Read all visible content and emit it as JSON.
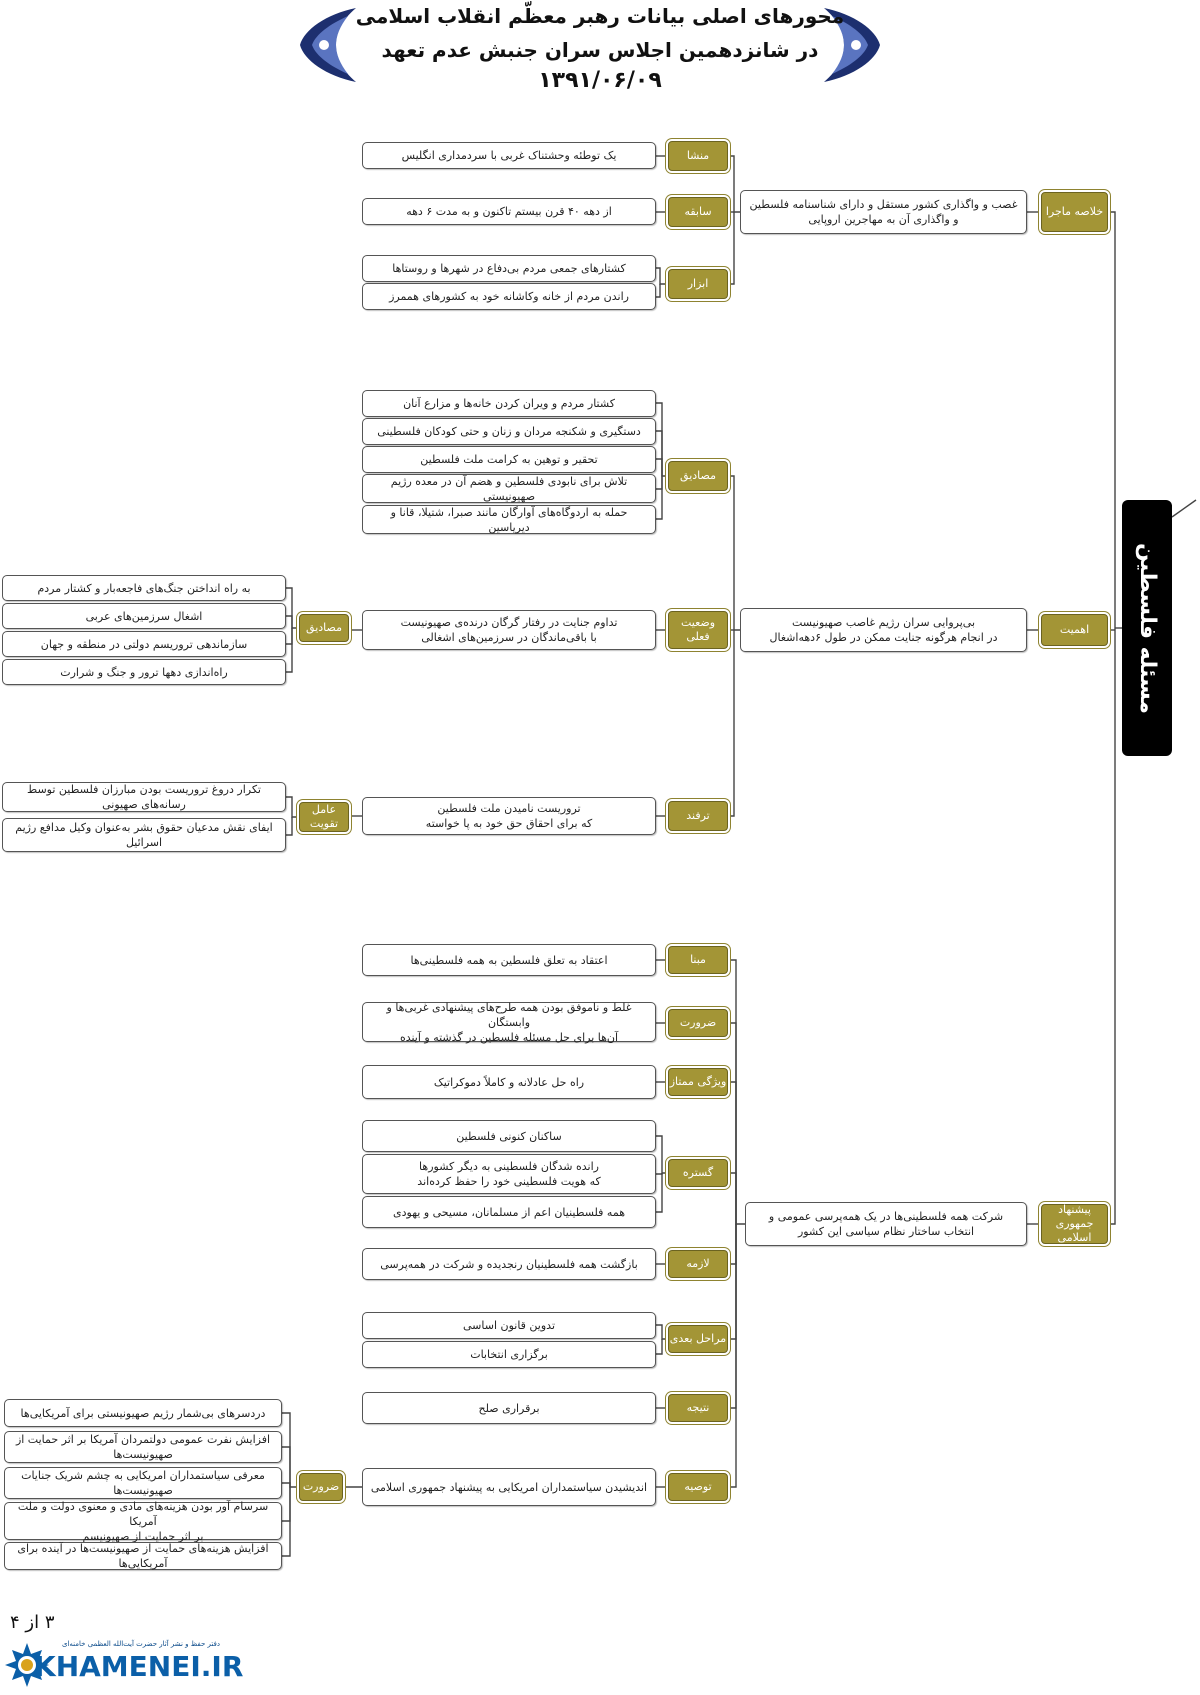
{
  "header": {
    "title_line1": "محورهای اصلی بیانات رهبر معظّم انقلاب اسلامی",
    "title_line2": "در شانزدهمین اجلاس سران جنبش عدم تعهد",
    "date": "۱۳۹۱/۰۶/۰۹"
  },
  "root_label": "مسئله فلسطین",
  "branches": {
    "summary": {
      "tag": "خلاصه ماجرا",
      "text": "غصب و واگذاری کشور مستقل و دارای شناسنامه فلسطین\nو واگذاری آن به مهاجرین اروپایی",
      "items": [
        {
          "tag": "منشا",
          "boxes": [
            "یک توطئه وحشتناک غربی با سردمداری انگلیس"
          ]
        },
        {
          "tag": "سابقه",
          "boxes": [
            "از دهه ۴۰ قرن بیستم تاکنون و به مدت ۶ دهه"
          ]
        },
        {
          "tag": "ابزار",
          "boxes": [
            "کشتارهای جمعی مردم بی‌دفاع در شهرها و روستاها",
            "راندن مردم از خانه وکاشانه خود به کشورهای هممرز"
          ]
        }
      ]
    },
    "importance": {
      "tag": "اهمیت",
      "text": "بی‌پروایی سران رژیم غاصب صهیونیست\nدر انجام هرگونه جنایت ممکن در طول ۶دهه‌اشغال",
      "examples": {
        "tag": "مصادیق",
        "boxes": [
          "کشتار مردم و ویران کردن خانه‌ها و مزارع آنان",
          "دستگیری و شکنجه مردان و زنان و حتی کودکان فلسطینی",
          "تحقیر و توهین به کرامت ملت فلسطین",
          "تلاش برای نابودی فلسطین و هضم آن در معده رژیم صهیونیستی",
          "حمله به اردوگاه‌های آوارگان مانند صبرا، شتیلا، قانا و دیریاسین"
        ]
      },
      "current": {
        "tag": "وضعیت\nفعلی",
        "text": "تداوم جنایت در رفتار گرگان درنده‌ی صهیونیست\nبا باقی‌ماندگان در سرزمین‌های اشغالی",
        "sub_tag": "مصادیق",
        "sub_boxes": [
          "به راه انداختن جنگ‌های فاجعه‌بار و کشتار مردم",
          "اشغال سرزمین‌های عربی",
          "سازماندهی تروریسم دولتی در منطقه و جهان",
          "راه‌اندازی دهها ترور و جنگ و شرارت"
        ]
      },
      "trick": {
        "tag": "ترفند",
        "text": "تروریست نامیدن ملت فلسطین\nکه برای احقاق حق خود به پا خواسته",
        "sub_tag": "عامل تقویت",
        "sub_boxes": [
          "تکرار دروغ تروریست بودن مبارزان فلسطین توسط رسانه‌های صهیونی",
          "ایفای نقش مدعیان حقوق بشر به‌عنوان وکیل مدافع رژیم اسرائیل"
        ]
      }
    },
    "proposal": {
      "tag": "پیشنهاد\nجمهوری اسلامی",
      "text": "شرکت همه فلسطینی‌ها در یک همه‌پرسی عمومی  و\nانتخاب ساختار نظام سیاسی این کشور",
      "items": [
        {
          "tag": "مبنا",
          "boxes": [
            "اعتقاد به تعلق فلسطین به همه فلسطینی‌ها"
          ]
        },
        {
          "tag": "ضرورت",
          "boxes": [
            "غلط و ناموفق بودن همه طرح‌های پیشنهادی غربی‌ها و وابستگان\nآن‌ها برای حل مسئله فلسطین در گذشته و آینده"
          ]
        },
        {
          "tag": "ویژگی ممتاز",
          "boxes": [
            "راه حل عادلانه و کاملاً دموکراتیک"
          ]
        },
        {
          "tag": "گستره",
          "boxes": [
            "ساکنان کنونی فلسطین",
            "رانده شدگان فلسطینی به دیگر کشورها\nکه هویت فلسطینی خود را حفظ کرده‌اند",
            "همه فلسطینیان اعم از مسلمانان، مسیحی و یهودی"
          ]
        },
        {
          "tag": "لازمه",
          "boxes": [
            "بازگشت همه فلسطینیان رنجدیده و شرکت در همه‌پرسی"
          ]
        },
        {
          "tag": "مراحل بعدی",
          "boxes": [
            "تدوین قانون اساسی",
            "برگزاری انتخابات"
          ]
        },
        {
          "tag": "نتیجه",
          "boxes": [
            "برقراری صلح"
          ]
        },
        {
          "tag": "توصیه",
          "boxes": [
            "اندیشیدن سیاستمداران امریکایی به پیشنهاد جمهوری اسلامی"
          ]
        }
      ],
      "necessity": {
        "tag": "ضرورت",
        "boxes": [
          "دردسرهای بی‌شمار رژیم صهیونیستی برای آمریکایی‌ها",
          "افزایش نفرت عمومی دولتمردان آمریکا بر اثر حمایت از صهیونیست‌ها",
          "معرفی سیاستمداران امریکایی به چشم شریک جنایات صهیونیست‌ها",
          "سرسام آور بودن هزینه‌های مادی و معنوی  دولت و ملت آمریکا\nبر اثر حمایت از صهیونیسم",
          "افزایش هزینه‌های حمایت از صهیونیست‌ها در آینده برای آمریکایی‌ها"
        ]
      }
    }
  },
  "footer": {
    "page_number": "۳ از ۴",
    "brand": "KHAMENEI.IR",
    "brand_subtitle": "دفتر حفظ و نشر آثار حضرت آیت‌الله العظمی خامنه‌ای"
  },
  "colors": {
    "tag_fill": "#a39536",
    "tag_border": "#6b6320",
    "root_fill": "#000000",
    "line": "#444444"
  }
}
